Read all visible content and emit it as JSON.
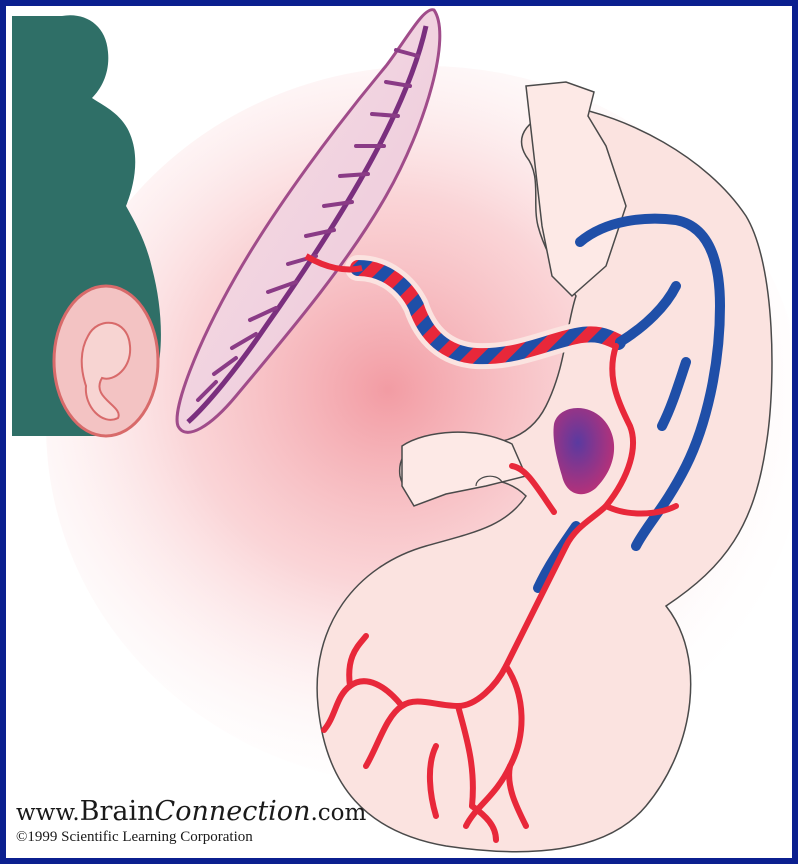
{
  "credit": {
    "site_prefix": "www.",
    "site_brand": "Brain",
    "site_brand_italic": "Connection",
    "site_suffix": ".com",
    "copyright": "©1999 Scientific Learning Corporation"
  },
  "colors": {
    "border": "#0b1f8f",
    "silhouette": "#2f6f67",
    "skin": "#fbe3e0",
    "glow": "#f4a6ab",
    "artery": "#e8283a",
    "vein": "#1f4fa8",
    "placenta": "#8a3b86"
  }
}
